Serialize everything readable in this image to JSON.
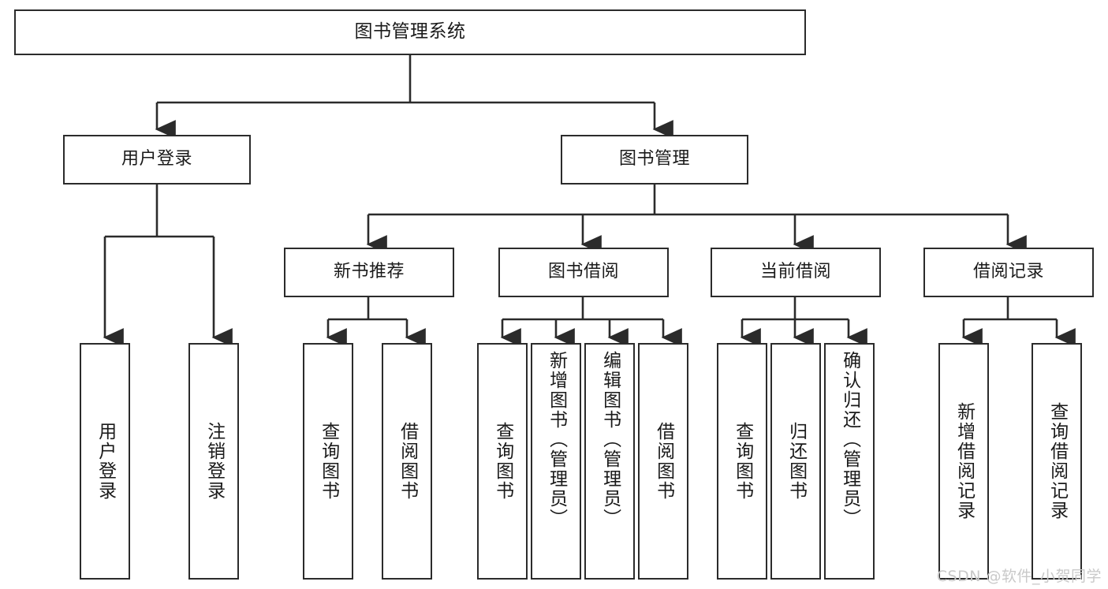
{
  "diagram": {
    "title": "图书管理系统",
    "type": "tree",
    "orientation": "top-down",
    "background_color": "#ffffff",
    "line_color": "#2b2b2b",
    "box_fill": "#ffffff",
    "text_color": "#1a1a1a"
  },
  "nodes": {
    "root": {
      "label": "图书管理系统"
    },
    "level1": [
      {
        "id": "user-login",
        "label": "用户登录"
      },
      {
        "id": "book-manage",
        "label": "图书管理"
      }
    ],
    "level2": [
      {
        "id": "new-book-recommend",
        "label": "新书推荐"
      },
      {
        "id": "book-borrow",
        "label": "图书借阅"
      },
      {
        "id": "current-borrow",
        "label": "当前借阅"
      },
      {
        "id": "borrow-record",
        "label": "借阅记录"
      }
    ],
    "leaves": {
      "user-login": [
        {
          "id": "leaf-user-login",
          "label": "用户登录"
        },
        {
          "id": "leaf-user-logout",
          "label": "注销登录"
        }
      ],
      "new-book-recommend": [
        {
          "id": "leaf-query-book-1",
          "label": "查询图书"
        },
        {
          "id": "leaf-borrow-book-1",
          "label": "借阅图书"
        }
      ],
      "book-borrow": [
        {
          "id": "leaf-query-book-2",
          "label": "查询图书"
        },
        {
          "id": "leaf-add-book",
          "label": "新增图书（管理员）"
        },
        {
          "id": "leaf-edit-book",
          "label": "编辑图书（管理员）"
        },
        {
          "id": "leaf-borrow-book-2",
          "label": "借阅图书"
        }
      ],
      "current-borrow": [
        {
          "id": "leaf-query-book-3",
          "label": "查询图书"
        },
        {
          "id": "leaf-return-book",
          "label": "归还图书"
        },
        {
          "id": "leaf-confirm-return",
          "label": "确认归还（管理员）"
        }
      ],
      "borrow-record": [
        {
          "id": "leaf-add-record",
          "label": "新增借阅记录"
        },
        {
          "id": "leaf-query-record",
          "label": "查询借阅记录"
        }
      ]
    }
  },
  "watermark": {
    "text": "CSDN @软件_小贺同学"
  }
}
